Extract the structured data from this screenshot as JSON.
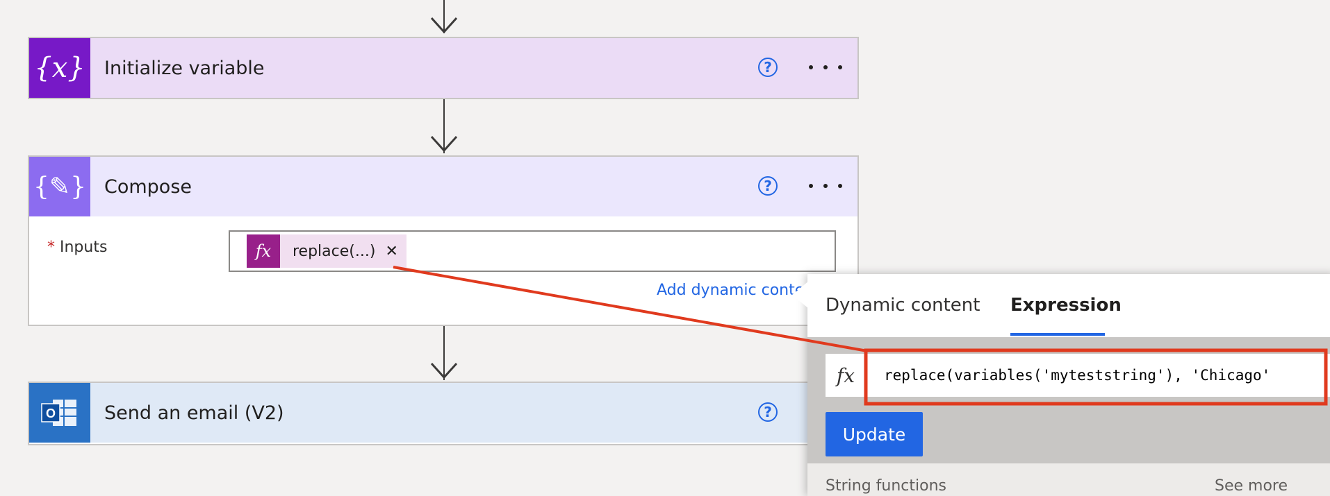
{
  "flow": {
    "steps": [
      {
        "title": "Initialize variable",
        "icon": "variable-icon",
        "color": "#7719c7",
        "header_bg": "#ebdcf6"
      },
      {
        "title": "Compose",
        "icon": "compose-icon",
        "color": "#8c6cf0",
        "header_bg": "#ebe7fd"
      },
      {
        "title": "Send an email (V2)",
        "icon": "outlook-icon",
        "color": "#2a72c5",
        "header_bg": "#dfe9f6"
      }
    ],
    "compose": {
      "required_marker": "*",
      "inputs_label": "Inputs",
      "token_label": "replace(...)",
      "token_fx": "fx",
      "token_remove": "✕",
      "add_dynamic_content": "Add dynamic content"
    },
    "help_glyph": "?"
  },
  "expression_panel": {
    "tabs": [
      "Dynamic content",
      "Expression"
    ],
    "active_tab": "Expression",
    "fx_label": "fx",
    "expression_value": "replace(variables('myteststring'), 'Chicago'",
    "update_label": "Update",
    "section_label": "String functions",
    "see_more_label": "See more"
  },
  "colors": {
    "accent": "#2266e3",
    "highlight": "#e03a1e",
    "token": "#98208a",
    "token_bg": "#f1dff0"
  }
}
